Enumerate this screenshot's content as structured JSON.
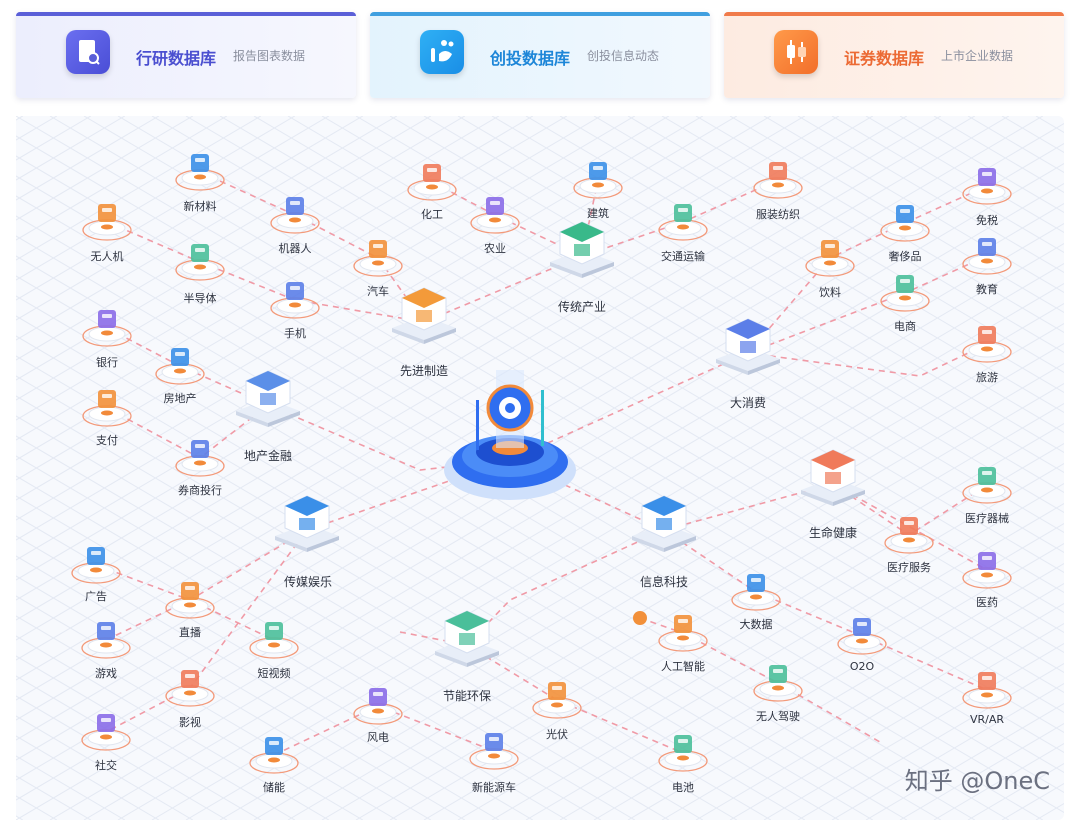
{
  "cards": [
    {
      "title": "行研数据库",
      "subtitle": "报告图表数据"
    },
    {
      "title": "创投数据库",
      "subtitle": "创投信息动态"
    },
    {
      "title": "证券数据库",
      "subtitle": "上市企业数据"
    }
  ],
  "hubs": {
    "advanced_manufacturing": "先进制造",
    "traditional_industry": "传统产业",
    "consumption": "大消费",
    "real_estate_finance": "地产金融",
    "health": "生命健康",
    "media": "传媒娱乐",
    "it": "信息科技",
    "green": "节能环保"
  },
  "nodes": {
    "new_material": "新材料",
    "drone": "无人机",
    "robot": "机器人",
    "semiconductor": "半导体",
    "chemical": "化工",
    "agriculture": "农业",
    "construction": "建筑",
    "car": "汽车",
    "phone": "手机",
    "transport": "交通运输",
    "apparel": "服装纺织",
    "duty_free": "免税",
    "luxury": "奢侈品",
    "beverage": "饮料",
    "education": "教育",
    "ecommerce": "电商",
    "travel": "旅游",
    "bank": "银行",
    "realty": "房地产",
    "payment": "支付",
    "brokerage": "券商投行",
    "medical_device": "医疗器械",
    "medical_service": "医疗服务",
    "medicine": "医药",
    "ad": "广告",
    "live": "直播",
    "game": "游戏",
    "short_video": "短视频",
    "film": "影视",
    "social": "社交",
    "bigdata": "大数据",
    "ai": "人工智能",
    "o2o": "O2O",
    "autonomous": "无人驾驶",
    "vrar": "VR/AR",
    "wind": "风电",
    "storage": "储能",
    "pv": "光伏",
    "nev": "新能源车",
    "battery": "电池"
  },
  "watermark": "知乎 @OneC"
}
